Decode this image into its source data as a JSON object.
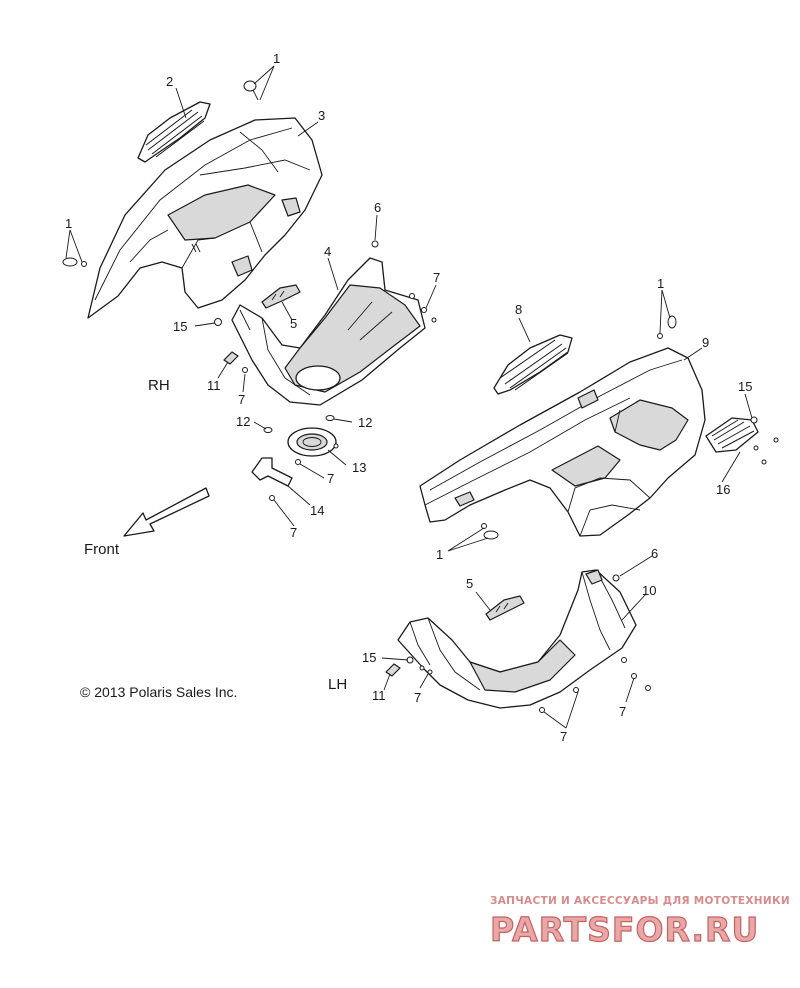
{
  "callouts": {
    "c1_top": "1",
    "c2": "2",
    "c3": "3",
    "c1_left": "1",
    "c6_top": "6",
    "c4": "4",
    "c7_a": "7",
    "c5_top": "5",
    "c15_rh": "15",
    "c11_rh": "11",
    "c7_b": "7",
    "c12_left": "12",
    "c12_right": "12",
    "c13": "13",
    "c7_c": "7",
    "c14": "14",
    "c7_d": "7",
    "c8": "8",
    "c1_right": "1",
    "c9": "9",
    "c15_right": "15",
    "c16": "16",
    "c1_bottom": "1",
    "c6_bottom": "6",
    "c10": "10",
    "c5_bottom": "5",
    "c15_lh": "15",
    "c11_lh": "11",
    "c7_e": "7",
    "c7_f": "7",
    "c7_g": "7"
  },
  "labels": {
    "rh": "RH",
    "lh": "LH",
    "front": "Front",
    "copyright": "© 2013 Polaris Sales Inc."
  },
  "watermark": {
    "tagline": "ЗАПЧАСТИ И АКСЕССУАРЫ ДЛЯ МОТОТЕХНИКИ",
    "logo": "PARTSFOR.RU",
    "color": "#e8a8a8"
  }
}
